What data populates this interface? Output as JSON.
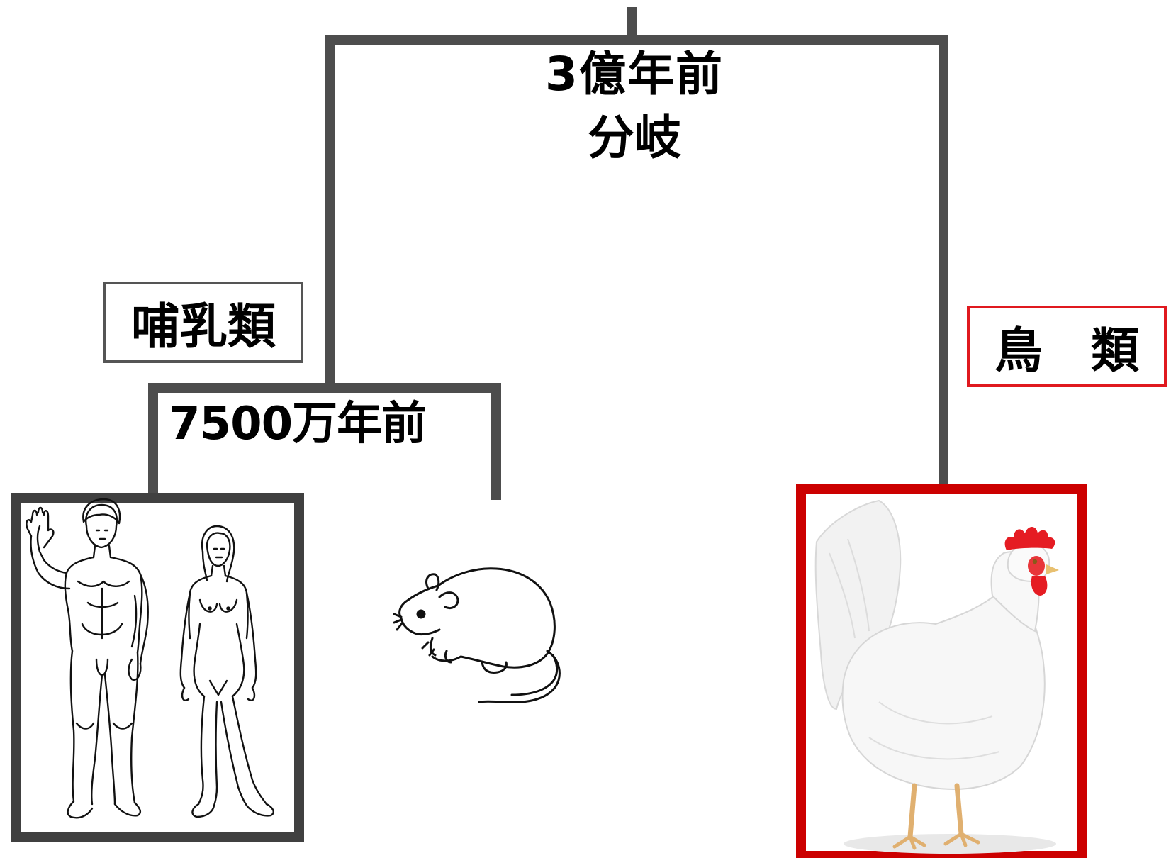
{
  "labels": {
    "root_split_time": "3億年前",
    "root_split_caption": "分岐",
    "mammal_split_time": "7500万年前",
    "mammals": "哺乳類",
    "birds_char1": "鳥",
    "birds_char2": "類"
  },
  "colors": {
    "tree_line": "#4d4d4d",
    "human_frame": "#404040",
    "chicken_frame": "#cc0000",
    "birds_border": "#e0191f",
    "mammals_border": "#555555",
    "chicken_comb": "#e51c23"
  },
  "icons": [
    "human-male-figure",
    "human-female-figure",
    "mouse-figure",
    "chicken-figure"
  ]
}
